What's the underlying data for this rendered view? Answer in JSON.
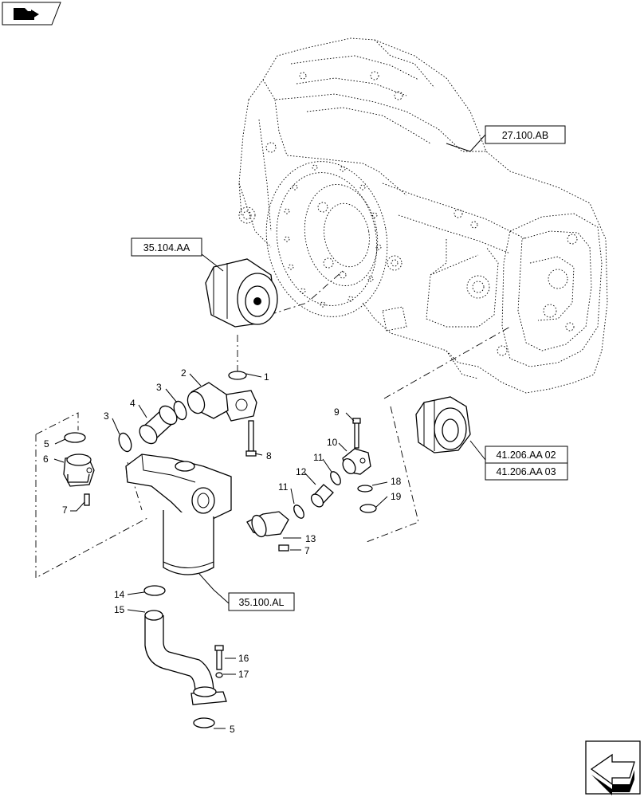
{
  "refs": {
    "transmission": "27.100.AB",
    "pump": "35.104.AA",
    "pump_assy_1": "41.206.AA 02",
    "pump_assy_2": "41.206.AA 03",
    "filter": "35.100.AL"
  },
  "callouts": [
    {
      "id": "c1",
      "text": "1"
    },
    {
      "id": "c2",
      "text": "2"
    },
    {
      "id": "c3a",
      "text": "3"
    },
    {
      "id": "c3b",
      "text": "3"
    },
    {
      "id": "c4",
      "text": "4"
    },
    {
      "id": "c5a",
      "text": "5"
    },
    {
      "id": "c5b",
      "text": "5"
    },
    {
      "id": "c6",
      "text": "6"
    },
    {
      "id": "c7a",
      "text": "7"
    },
    {
      "id": "c7b",
      "text": "7"
    },
    {
      "id": "c8",
      "text": "8"
    },
    {
      "id": "c9",
      "text": "9"
    },
    {
      "id": "c10",
      "text": "10"
    },
    {
      "id": "c11a",
      "text": "11"
    },
    {
      "id": "c11b",
      "text": "11"
    },
    {
      "id": "c12",
      "text": "12"
    },
    {
      "id": "c13",
      "text": "13"
    },
    {
      "id": "c14",
      "text": "14"
    },
    {
      "id": "c15",
      "text": "15"
    },
    {
      "id": "c16",
      "text": "16"
    },
    {
      "id": "c17",
      "text": "17"
    },
    {
      "id": "c18",
      "text": "18"
    },
    {
      "id": "c19",
      "text": "19"
    }
  ]
}
